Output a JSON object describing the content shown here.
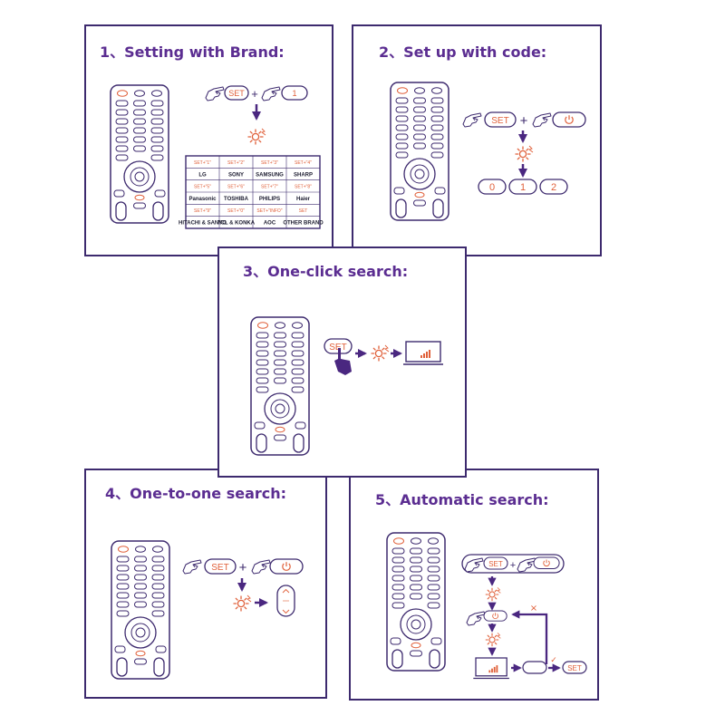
{
  "colors": {
    "outline": "#3d2a6e",
    "title": "#5b2d91",
    "accent": "#e0603a",
    "arrow": "#4a2780"
  },
  "panel1": {
    "title": "1、Setting with Brand:",
    "set_label": "SET",
    "plus": "+",
    "key_label": "1",
    "brand_table": [
      [
        "SET+\"1\"",
        "SET+\"2\"",
        "SET+\"3\"",
        "SET+\"4\""
      ],
      [
        "LG",
        "SONY",
        "SAMSUNG",
        "SHARP"
      ],
      [
        "SET+\"5\"",
        "SET+\"6\"",
        "SET+\"7\"",
        "SET+\"8\""
      ],
      [
        "Panasonic",
        "TOSHIBA",
        "PHILIPS",
        "Haier"
      ],
      [
        "SET+\"9\"",
        "SET+\"0\"",
        "SET+\"INFO\"",
        "SET"
      ],
      [
        "HITACHI & SANYO",
        "TCL & KONKA",
        "AOC",
        "OTHER BRAND"
      ]
    ]
  },
  "panel2": {
    "title": "2、Set up with code:",
    "set_label": "SET",
    "plus": "+",
    "codes": [
      "0",
      "1",
      "2"
    ]
  },
  "panel3": {
    "title": "3、One-click search:",
    "set_label": "SET"
  },
  "panel4": {
    "title": "4、One-to-one search:",
    "set_label": "SET",
    "plus": "+"
  },
  "panel5": {
    "title": "5、Automatic search:",
    "set_label": "SET",
    "plus": "+",
    "end_label": "SET",
    "fail_mark": "×",
    "ok_mark": "✓"
  }
}
